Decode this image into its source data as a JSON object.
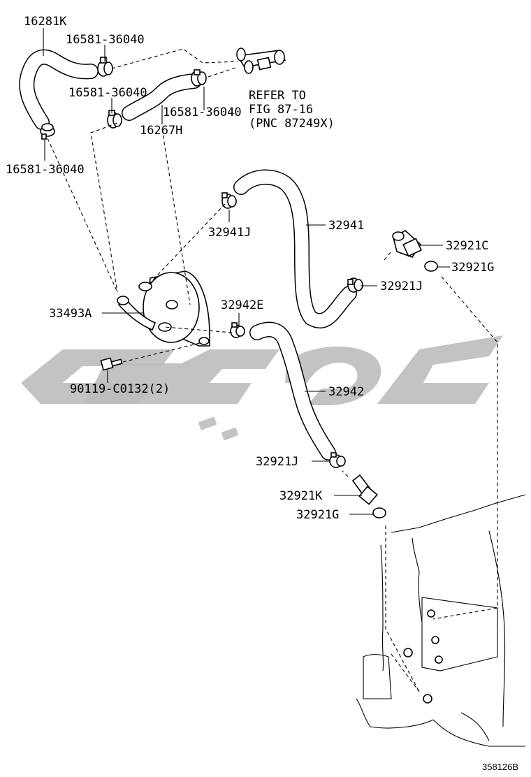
{
  "labels": {
    "hose_16281k": "16281K",
    "clamp_top_center": "16581-36040",
    "clamp_mid_left": "16581-36040",
    "clamp_mid_right": "16581-36040",
    "clamp_bottom_left": "16581-36040",
    "hose_16267h": "16267H",
    "refer_line1": "REFER TO",
    "refer_line2": "FIG 87-16",
    "refer_line3": "(PNC 87249X)",
    "hose_32941": "32941",
    "clamp_32941j": "32941J",
    "fitting_32921c": "32921C",
    "oring_32921g_top": "32921G",
    "clamp_32921j_top": "32921J",
    "cooler_33493a": "33493A",
    "clamp_32942e": "32942E",
    "hose_32942": "32942",
    "bolt_90119": "90119-C0132(2)",
    "clamp_32921j_bottom": "32921J",
    "fitting_32921k": "32921K",
    "oring_32921g_bottom": "32921G"
  },
  "figure_code": "358126B",
  "watermark": {
    "description": "grey stylized logo watermark across center",
    "color": "#bdbdbd"
  },
  "icons": [
    "hose",
    "hose-clamp",
    "oil-cooler",
    "bolt",
    "union-fitting",
    "o-ring",
    "engine-outline"
  ]
}
